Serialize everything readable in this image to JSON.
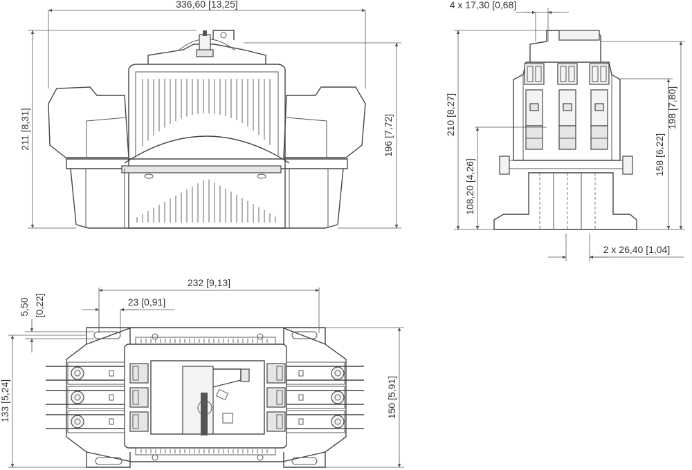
{
  "dimensions": {
    "front_width": "336,60 [13,25]",
    "front_height_total": "211 [8,31]",
    "front_height_body": "196 [7,72]",
    "side_terminal_pitch": "4 x 17,30 [0,68]",
    "side_height_total": "210 [8,27]",
    "side_height_base": "108,20 [4,26]",
    "side_height_mid": "158 [6,22]",
    "side_height_body": "198 [7,80]",
    "side_base_pitch": "2 x 26,40 [1,04]",
    "top_hole_spacing": "232 [9,13]",
    "top_slot_width": "23 [0,91]",
    "top_slot_offset_a": "5,50",
    "top_slot_offset_b": "[0,22]",
    "top_height_inner": "133 [5,24]",
    "top_height_total": "150 [5,91]"
  },
  "colors": {
    "line": "#555555",
    "background": "#ffffff"
  }
}
